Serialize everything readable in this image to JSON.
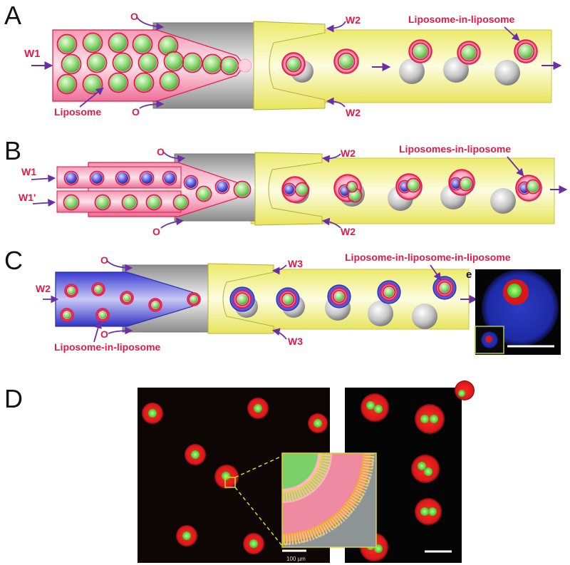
{
  "colors": {
    "label_red": "#e4194a",
    "arrow_purple": "#6a2fa8",
    "water_pink": "#f07aa0",
    "oil_gray": "#b8b8b8",
    "outer_yellow": "#f6f38a",
    "inner_blue": "#3d3ed0",
    "liposome_green": "#7ed36a",
    "micro_red": "#d8191b",
    "micro_bg": "#0a0a0a",
    "scale_white": "#ffffff"
  },
  "panels": {
    "A": {
      "letter": "A",
      "inlet_label": "W1",
      "oil_top": "O",
      "oil_bottom": "O",
      "outer_top": "W2",
      "outer_bottom": "W2",
      "product_label": "Liposome-in-liposome",
      "bead_label": "Liposome"
    },
    "B": {
      "letter": "B",
      "inlet_label_1": "W1",
      "inlet_label_2": "W1'",
      "oil_top": "O",
      "oil_bottom": "O",
      "outer_top": "W2",
      "outer_bottom": "W2",
      "product_label": "Liposomes-in-liposome"
    },
    "C": {
      "letter": "C",
      "inlet_label": "W2",
      "oil_top": "O",
      "oil_bottom": "O",
      "outer_top": "W3",
      "outer_bottom": "W3",
      "product_label": "Liposome-in-liposome-in-liposome",
      "bead_label": "Liposome-in-liposome",
      "inset_letter": "e"
    },
    "D": {
      "letter": "D",
      "scale_text": "100 µm"
    }
  }
}
